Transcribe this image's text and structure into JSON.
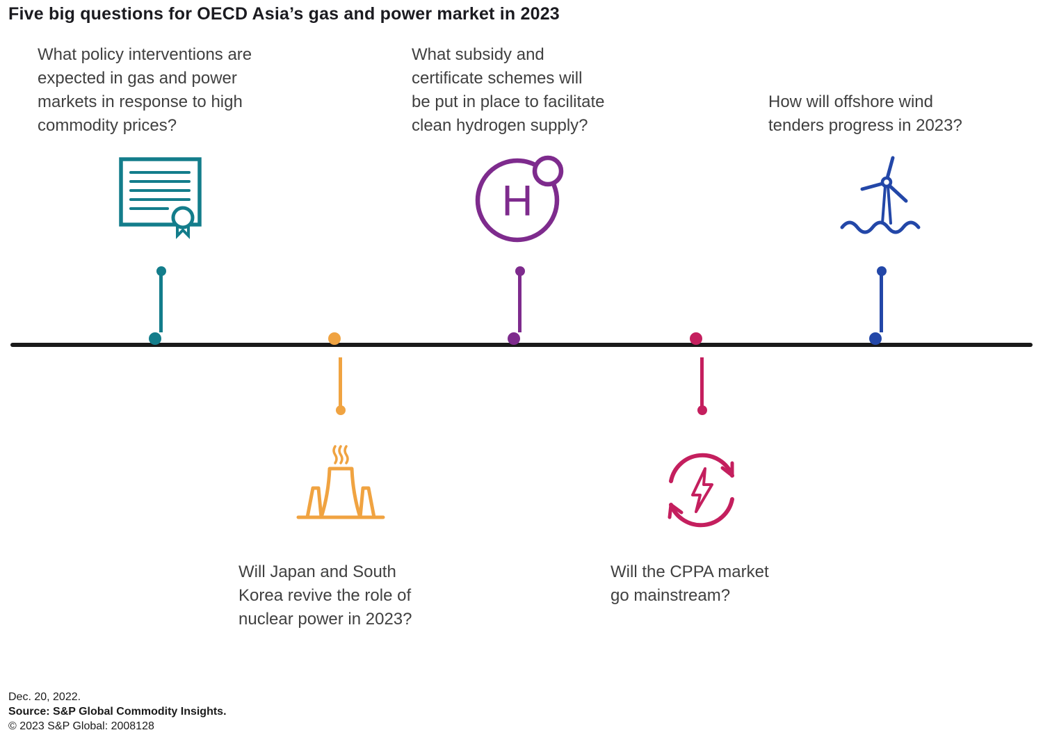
{
  "title": "Five big questions for OECD Asia’s gas and power market in 2023",
  "colors": {
    "teal": "#137d8b",
    "orange": "#f0a341",
    "purple": "#7e2b8d",
    "crimson": "#c41f5e",
    "blue": "#2347a8",
    "timeline": "#1a1a1a",
    "text": "#404040",
    "title_text": "#1b1b20"
  },
  "questions": [
    {
      "id": "policy-interventions",
      "icon": "certificate-icon",
      "color": "teal",
      "side": "above",
      "lines": [
        "What policy interventions are",
        "expected in gas and power",
        "markets in response to high",
        "commodity prices?"
      ]
    },
    {
      "id": "nuclear-power",
      "icon": "nuclear-plant-icon",
      "color": "orange",
      "side": "below",
      "lines": [
        "Will Japan and South",
        "Korea revive the role of",
        "nuclear power in 2023?"
      ]
    },
    {
      "id": "clean-hydrogen",
      "icon": "hydrogen-icon",
      "color": "purple",
      "side": "above",
      "lines": [
        "What subsidy and",
        "certificate schemes will",
        "be put in place to facilitate",
        "clean hydrogen supply?"
      ]
    },
    {
      "id": "cppa-market",
      "icon": "power-cycle-icon",
      "color": "crimson",
      "side": "below",
      "lines": [
        "Will the CPPA market",
        "go mainstream?"
      ]
    },
    {
      "id": "offshore-wind",
      "icon": "offshore-wind-turbine-icon",
      "color": "blue",
      "side": "above",
      "lines": [
        "How will offshore wind",
        "tenders progress in 2023?"
      ]
    }
  ],
  "hydrogen_symbol": "H",
  "footer": {
    "date": "Dec. 20, 2022.",
    "source": "Source: S&P Global Commodity Insights.",
    "copyright": "© 2023 S&P Global: 2008128"
  }
}
